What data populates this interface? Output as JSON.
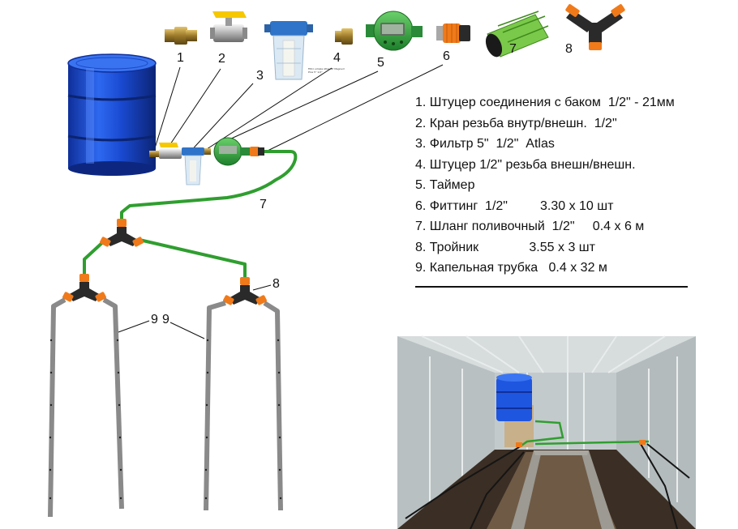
{
  "part_numbers": {
    "n1": "1",
    "n2": "2",
    "n3": "3",
    "n4": "4",
    "n5": "5",
    "n6": "6",
    "n7": "7",
    "n8": "8",
    "n7_hose": "7",
    "n8_tee": "8",
    "n9_left": "9",
    "n9_right": "9"
  },
  "legend": {
    "items": [
      "1. Штуцер соединения с баком  1/2\" - 21мм",
      "2. Кран резьба внутр/внешн.  1/2\"",
      "3. Фильтр 5\"  1/2\"  Atlas",
      "4. Штуцер 1/2\" резьба внешн/внешн.",
      "5. Таймер",
      "6. Фиттинг  1/2\"         3.30 х 10 шт",
      "7. Шланг поливочный  1/2\"     0.4 х 6 м",
      "8. Тройник              3.55 х 3 шт",
      "9. Капельная трубка   0.4 х 32 м"
    ]
  },
  "filter_label": {
    "line1": "Filtro simple Atlas 3P Magnum",
    "line2": "Plus 5\" 1/2\""
  },
  "colors": {
    "barrel_blue": "#1c4fd6",
    "hose_green": "#2f9e2f",
    "fitting_orange": "#f07a1a",
    "dripline_gray": "#8a8a8a"
  }
}
